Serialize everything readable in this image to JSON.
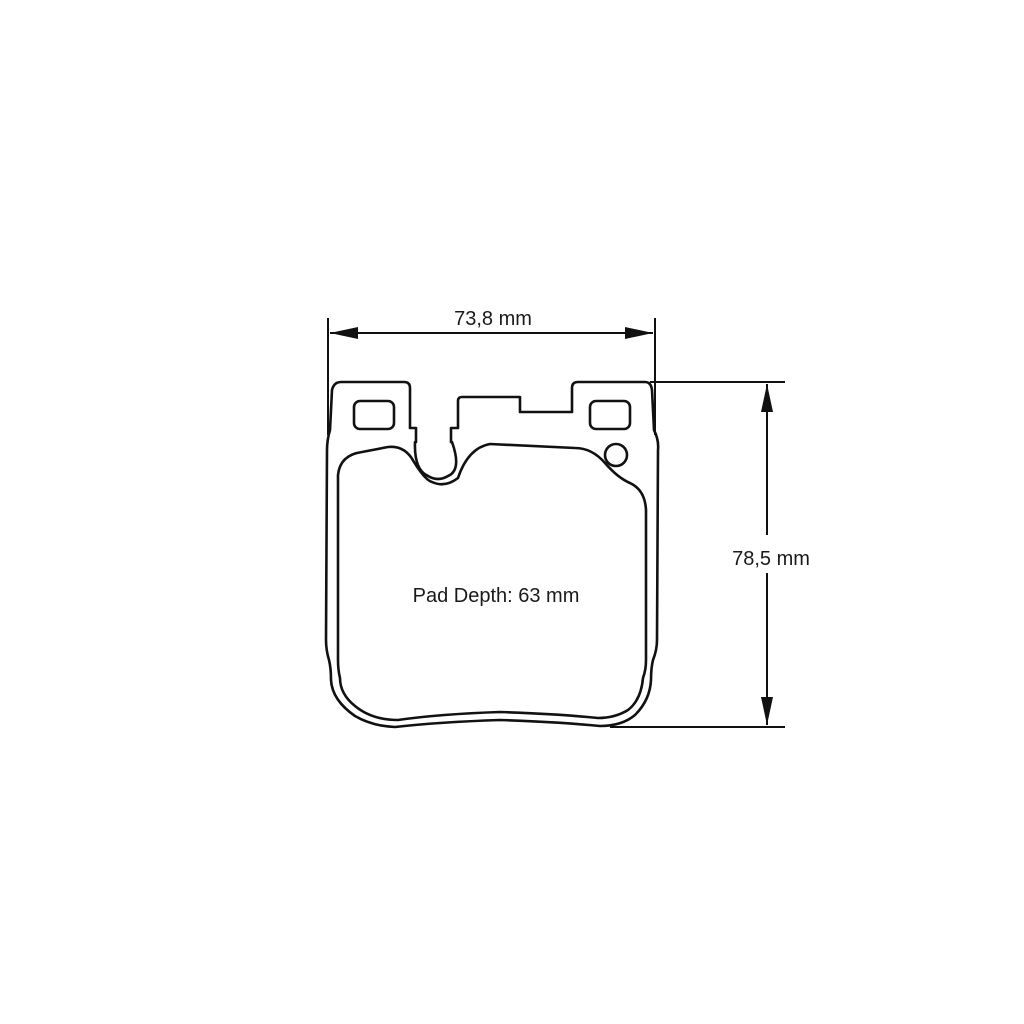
{
  "diagram": {
    "subject": "brake pad",
    "labels": {
      "width": "73,8 mm",
      "height": "78,5 mm",
      "pad_depth": "Pad Depth: 63 mm"
    },
    "colors": {
      "line": "#111111",
      "text": "#1a1a1a",
      "background": "#ffffff"
    }
  }
}
